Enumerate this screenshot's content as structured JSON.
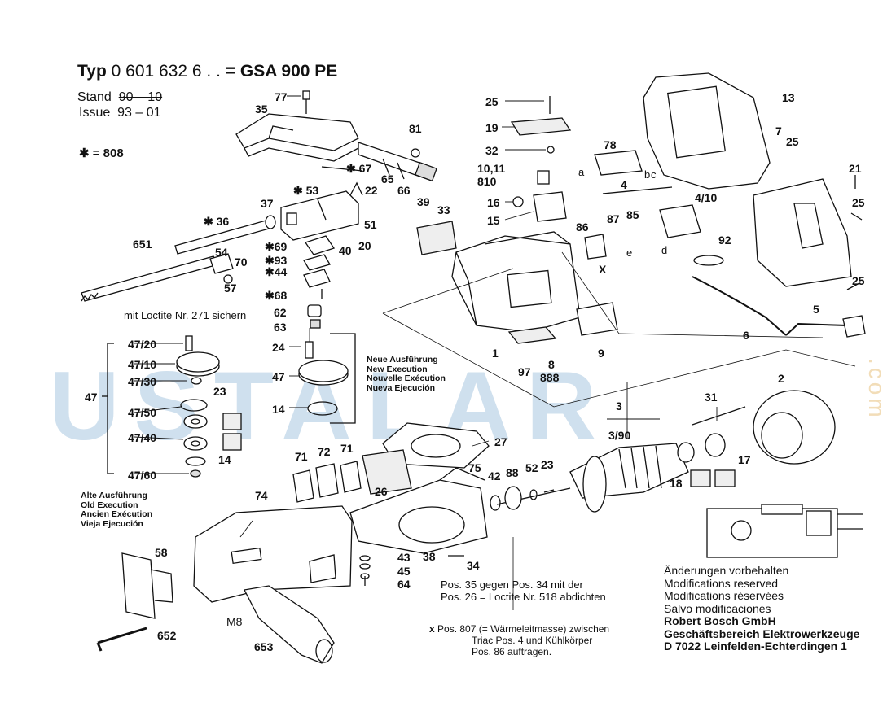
{
  "header": {
    "title_prefix": "Typ",
    "type_number": "0 601 632 6 . .",
    "equals": "=",
    "model": "GSA 900 PE"
  },
  "stand": {
    "label": "Stand",
    "old": "90 – 10"
  },
  "issue": {
    "label": "Issue",
    "value": "93 – 01"
  },
  "star_note": "✱ = 808",
  "watermark": "USTALAR",
  "watermark_side": ".com",
  "labels": {
    "l77": "77",
    "l35": "35",
    "l81": "81",
    "l25a": "25",
    "l19": "19",
    "l32": "32",
    "l1011": "10,11",
    "l810": "810",
    "l16": "16",
    "l15": "15",
    "l78": "78",
    "l4": "4",
    "l410": "4/10",
    "l13": "13",
    "l7": "7",
    "l25b": "25",
    "l21": "21",
    "l25c": "25",
    "l25d": "25",
    "l67": "✱ 67",
    "l65": "65",
    "l66": "66",
    "l39": "39",
    "l22": "22",
    "l53": "✱ 53",
    "l37": "37",
    "l36": "✱ 36",
    "l51": "51",
    "l40": "40",
    "l20": "20",
    "l651": "651",
    "l54": "54",
    "l70": "70",
    "l57": "57",
    "l69": "✱69",
    "l93": "✱93",
    "l44": "✱44",
    "l68": "✱68",
    "l62": "62",
    "l63": "63",
    "l33": "33",
    "l86": "86",
    "l87": "87",
    "l85": "85",
    "l92": "92",
    "l1": "1",
    "l97": "97",
    "l8": "8",
    "l888": "888",
    "l9": "9",
    "l6": "6",
    "l5": "5",
    "l47a": "47",
    "l4720": "47/20",
    "l4710": "47/10",
    "l4730": "47/30",
    "l4750": "47/50",
    "l4740": "47/40",
    "l4760": "47/60",
    "l23a": "23",
    "l14a": "14",
    "l24": "24",
    "l47b": "47",
    "l14b": "14",
    "l27": "27",
    "l3": "3",
    "l390": "3/90",
    "l2": "2",
    "l31": "31",
    "l18": "18",
    "l17": "17",
    "l71a": "71",
    "l72": "72",
    "l71b": "71",
    "l26": "26",
    "l75": "75",
    "l42": "42",
    "l88": "88",
    "l52": "52",
    "l23b": "23",
    "l74": "74",
    "l58": "58",
    "l43": "43",
    "l38": "38",
    "l45": "45",
    "l64": "64",
    "l34": "34",
    "l652": "652",
    "lM8": "M8",
    "l653": "653",
    "la": "a",
    "lb": "b",
    "lc": "c",
    "ld": "d",
    "le": "e",
    "lx": "X"
  },
  "loctite_note": "mit Loctite Nr. 271 sichern",
  "new_execution": [
    "Neue Ausführung",
    "New Execution",
    "Nouvelle Exécution",
    "Nueva Ejecución"
  ],
  "old_execution": [
    "Alte Ausführung",
    "Old Execution",
    "Ancien Exécution",
    "Vieja Ejecución"
  ],
  "pos_notes": [
    "Pos. 35 gegen Pos. 34 mit der",
    "Pos. 26 = Loctite Nr. 518 abdichten"
  ],
  "x_note": {
    "mark": "x",
    "lines": [
      "Pos. 807 (= Wärmeleitmasse) zwischen",
      "Triac Pos. 4 und Kühlkörper",
      "Pos. 86 auftragen."
    ]
  },
  "changes": [
    "Änderungen vorbehalten",
    "Modifications reserved",
    "Modifications réservées",
    "Salvo modificaciones"
  ],
  "company": [
    "Robert Bosch GmbH",
    "Geschäftsbereich Elektrowerkzeuge",
    "D 7022 Leinfelden-Echterdingen 1"
  ]
}
